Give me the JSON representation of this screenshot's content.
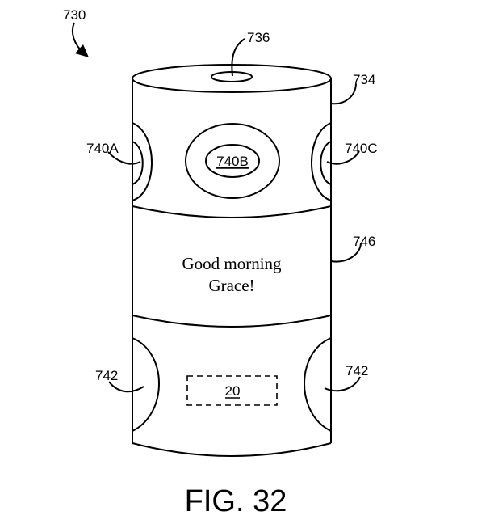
{
  "figure": {
    "ref_device": "730",
    "ref_top_port": "736",
    "ref_body": "734",
    "ref_camera_left": "740A",
    "ref_camera_front": "740B",
    "ref_camera_right": "740C",
    "ref_display": "746",
    "ref_speaker_left": "742",
    "ref_speaker_right": "742",
    "ref_component": "20",
    "display_line1": "Good morning",
    "display_line2": "Grace!",
    "caption": "FIG. 32"
  }
}
